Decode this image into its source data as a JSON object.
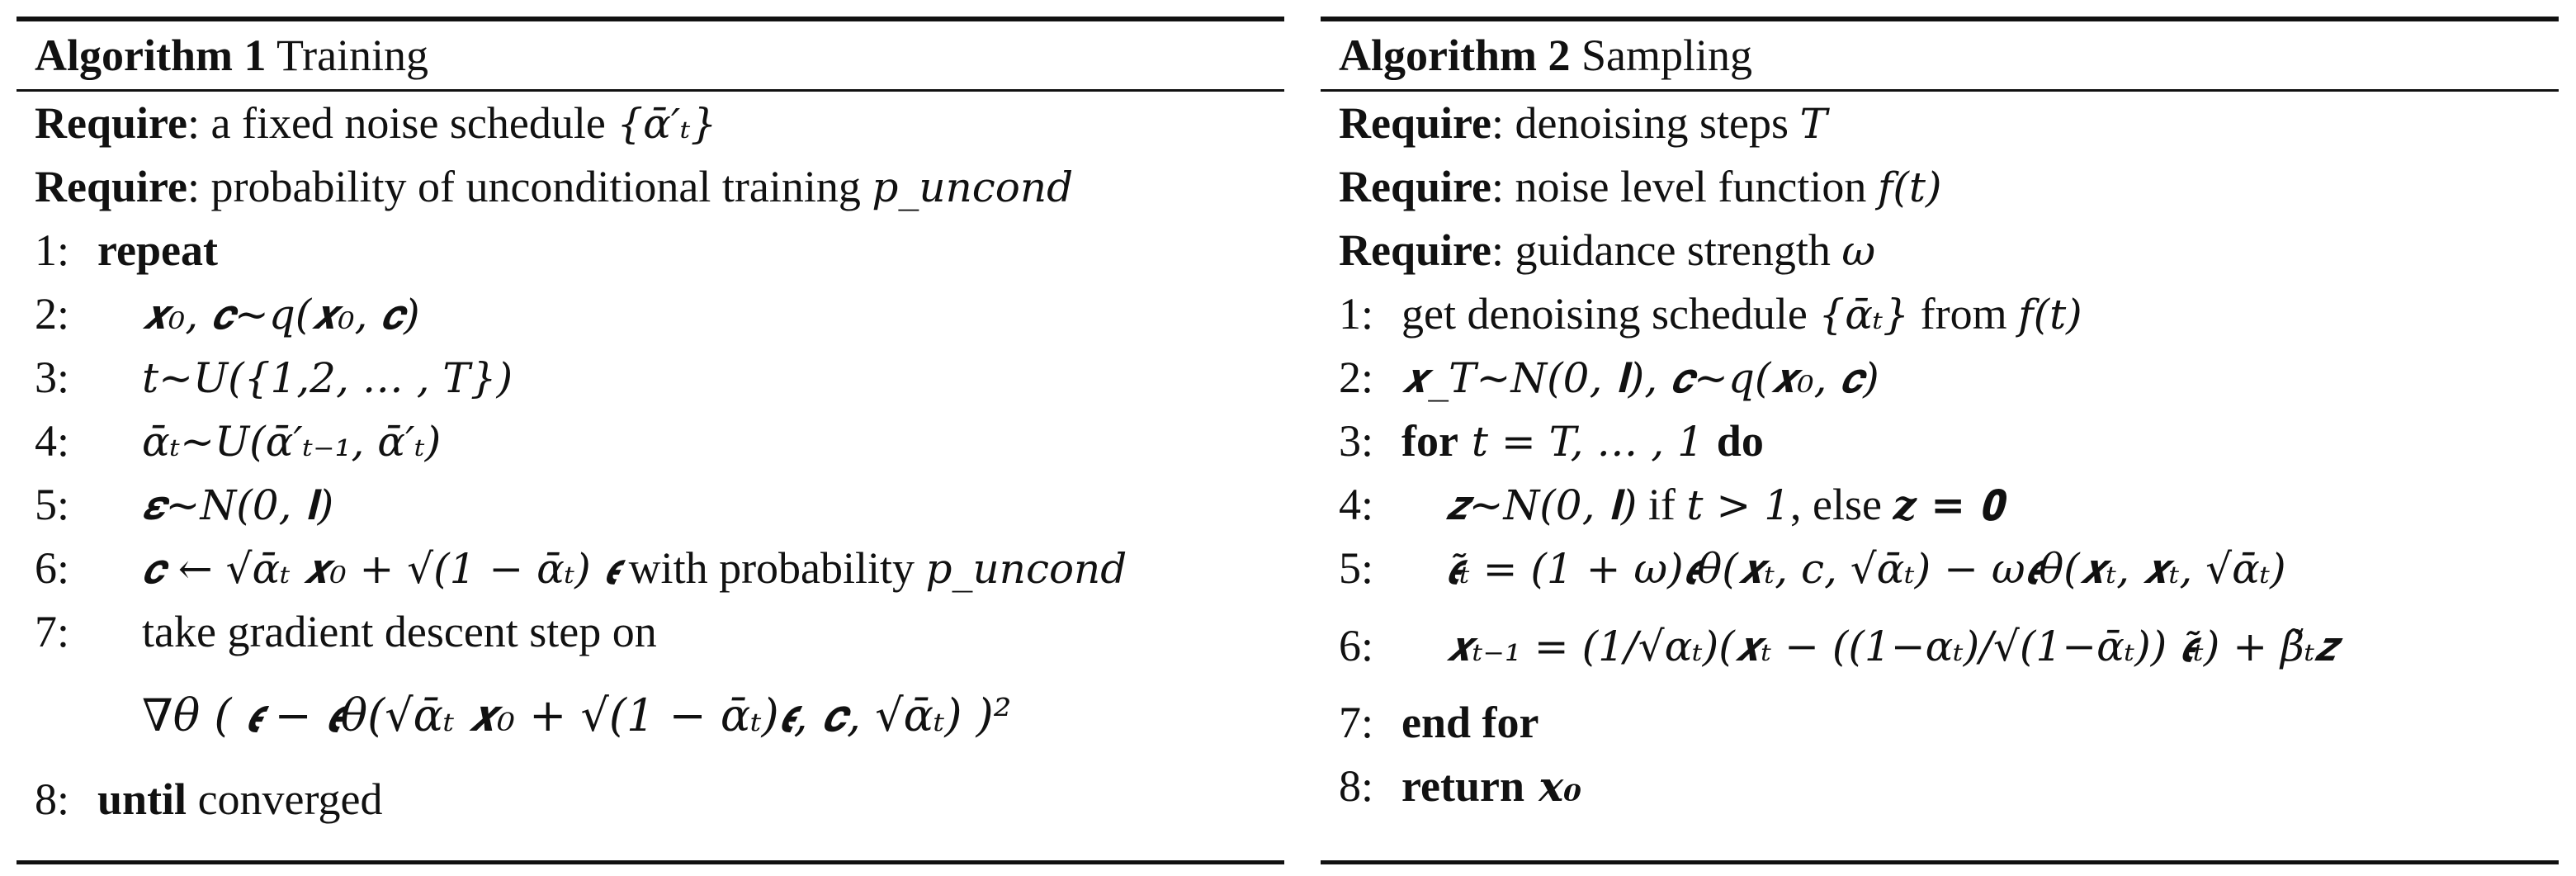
{
  "algorithm1": {
    "label": "Algorithm 1",
    "title": "Training",
    "require": [
      {
        "keyword": "Require",
        "text": ": a fixed noise schedule ",
        "math": "{ᾱ′ₜ}"
      },
      {
        "keyword": "Require",
        "text": ": probability of unconditional training ",
        "math": "p_uncond"
      }
    ],
    "lines": [
      {
        "num": "1:",
        "keyword": "repeat",
        "text": ""
      },
      {
        "num": "2:",
        "math": "𝒙₀, 𝒄~q(𝒙₀, 𝒄)"
      },
      {
        "num": "3:",
        "math": "t~U({1,2, … , T})"
      },
      {
        "num": "4:",
        "math": "ᾱₜ~U(ᾱ′ₜ₋₁, ᾱ′ₜ)"
      },
      {
        "num": "5:",
        "math": "𝜺~N(0, 𝐈)"
      },
      {
        "num": "6:",
        "math": "𝒄 ← √ᾱₜ 𝒙₀ + √(1 − ᾱₜ) 𝝐",
        "text": " with probability ",
        "math2": "p_uncond"
      },
      {
        "num": "7:",
        "text": "take gradient descent step on"
      },
      {
        "num": "",
        "math": "∇θ ( 𝝐 − 𝝐θ(√ᾱₜ 𝒙₀ + √(1 − ᾱₜ)𝝐, 𝒄, √ᾱₜ) )²"
      },
      {
        "num": "8:",
        "keyword": "until",
        "text": " converged"
      }
    ]
  },
  "algorithm2": {
    "label": "Algorithm 2",
    "title": "Sampling",
    "require": [
      {
        "keyword": "Require",
        "text": ": denoising steps ",
        "math": "T"
      },
      {
        "keyword": "Require",
        "text": ": noise level function ",
        "math": "f(t)"
      },
      {
        "keyword": "Require",
        "text": ": guidance strength ",
        "math": "ω"
      }
    ],
    "lines": [
      {
        "num": "1:",
        "text": "get denoising schedule ",
        "math": "{ᾱₜ}",
        "text2": " from ",
        "math2": "f(t)"
      },
      {
        "num": "2:",
        "math": "𝒙_T~N(0, 𝐈), 𝒄~q(𝒙₀, 𝒄)"
      },
      {
        "num": "3:",
        "keyword": "for",
        "math": " t = T, … , 1 ",
        "keyword2": "do"
      },
      {
        "num": "4:",
        "math": "𝒛~N(0, 𝐈)",
        "text": " if ",
        "math2": "t > 1",
        "text2": ", else ",
        "math3": "𝒛 = 𝟎"
      },
      {
        "num": "5:",
        "math": "𝝐̃ₜ = (1 + ω)𝝐θ(𝒙ₜ, c, √ᾱₜ) − ω𝝐θ(𝒙ₜ, 𝒙ₜ, √ᾱₜ)"
      },
      {
        "num": "6:",
        "math": "𝒙ₜ₋₁ = (1/√αₜ)(𝒙ₜ − ((1−αₜ)/√(1−ᾱₜ)) 𝝐̃ₜ) + β̃ₜ𝒛"
      },
      {
        "num": "7:",
        "keyword": "end for"
      },
      {
        "num": "8:",
        "keyword": "return",
        "math": " 𝒙₀"
      }
    ]
  }
}
